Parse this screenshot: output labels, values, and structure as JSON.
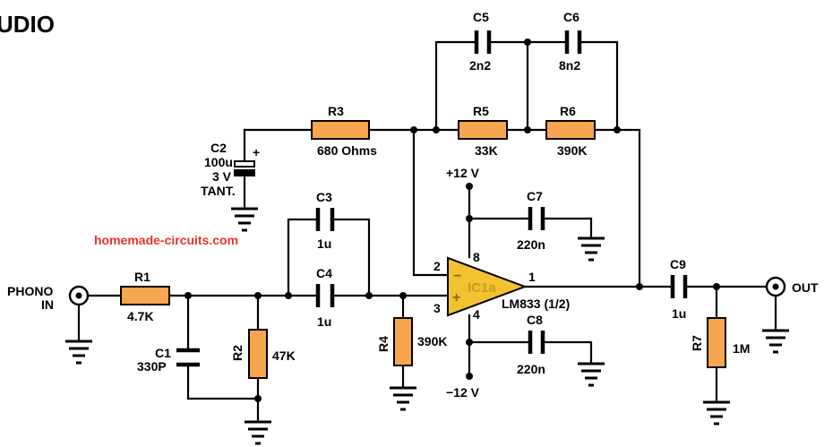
{
  "title": "UDIO",
  "watermark": "homemade-circuits.com",
  "colors": {
    "resistor": "#F7A550",
    "opamp": "#F2C230",
    "watermark": "#E8322A"
  },
  "connectors": {
    "input": "PHONO",
    "input2": "IN",
    "output": "OUT"
  },
  "ic": {
    "name": "IC1a",
    "part": "LM833 (1/2)",
    "minus": "−",
    "plus": "+",
    "pins": {
      "inv": "2",
      "noninv": "3",
      "out": "1",
      "vplus": "8",
      "vminus": "4"
    }
  },
  "supply": {
    "positive": "+12  V",
    "negative": "−12  V"
  },
  "components": {
    "R1": {
      "ref": "R1",
      "value": "4.7K"
    },
    "R2": {
      "ref": "R2",
      "value": "47K"
    },
    "R3": {
      "ref": "R3",
      "value": "680 Ohms"
    },
    "R4": {
      "ref": "R4",
      "value": "390K"
    },
    "R5": {
      "ref": "R5",
      "value": "33K"
    },
    "R6": {
      "ref": "R6",
      "value": "390K"
    },
    "R7": {
      "ref": "R7",
      "value": "1M"
    },
    "C1": {
      "ref": "C1",
      "value": "330P"
    },
    "C2": {
      "ref": "C2",
      "value": "100u",
      "v": "3  V",
      "type": "TANT.",
      "pol": "+"
    },
    "C3": {
      "ref": "C3",
      "value": "1u"
    },
    "C4": {
      "ref": "C4",
      "value": "1u"
    },
    "C5": {
      "ref": "C5",
      "value": "2n2"
    },
    "C6": {
      "ref": "C6",
      "value": "8n2"
    },
    "C7": {
      "ref": "C7",
      "value": "220n"
    },
    "C8": {
      "ref": "C8",
      "value": "220n"
    },
    "C9": {
      "ref": "C9",
      "value": "1u"
    }
  }
}
